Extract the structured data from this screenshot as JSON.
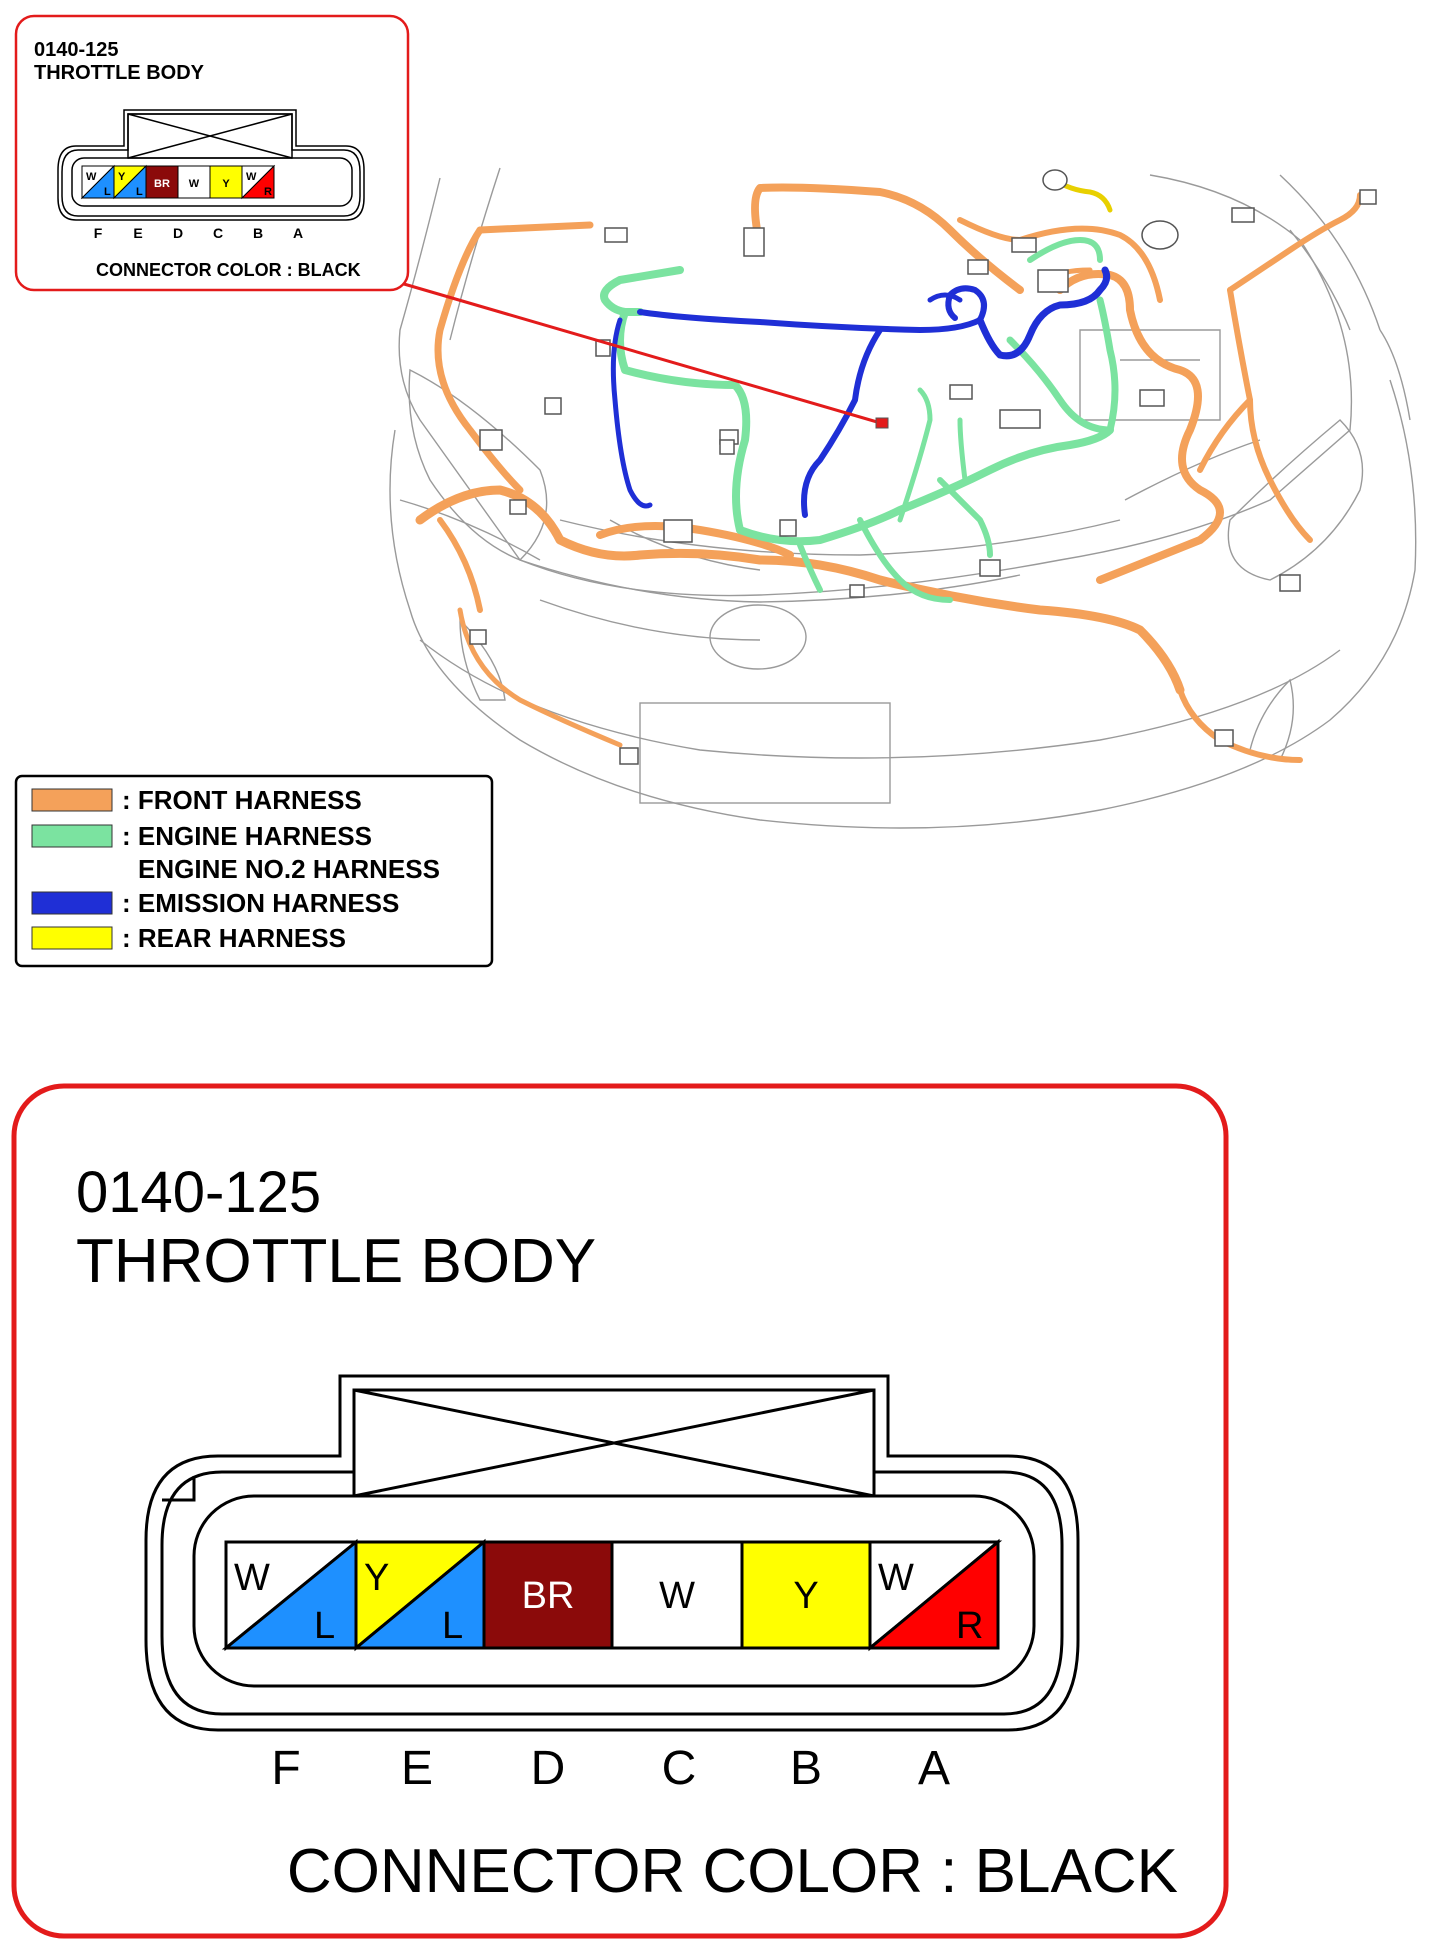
{
  "small_panel": {
    "code": "0140-125",
    "name": "THROTTLE BODY",
    "connector_color": "CONNECTOR COLOR : BLACK"
  },
  "large_panel": {
    "code": "0140-125",
    "name": "THROTTLE BODY",
    "connector_color": "CONNECTOR COLOR : BLACK"
  },
  "connector": {
    "pins": [
      {
        "letter": "F",
        "top": "W",
        "bottom": "L",
        "top_color": "#ffffff",
        "bottom_color": "#1e90ff"
      },
      {
        "letter": "E",
        "top": "Y",
        "bottom": "L",
        "top_color": "#ffff00",
        "bottom_color": "#1e90ff"
      },
      {
        "letter": "D",
        "label": "BR",
        "color": "#8b0a0a"
      },
      {
        "letter": "C",
        "label": "W",
        "color": "#ffffff"
      },
      {
        "letter": "B",
        "label": "Y",
        "color": "#ffff00"
      },
      {
        "letter": "A",
        "top": "W",
        "bottom": "R",
        "top_color": "#ffffff",
        "bottom_color": "#ff0000"
      }
    ]
  },
  "legend": [
    {
      "color": "#f4a15a",
      "label": ": FRONT HARNESS"
    },
    {
      "color": "#7be3a0",
      "label": ": ENGINE HARNESS",
      "sub": "ENGINE NO.2 HARNESS"
    },
    {
      "color": "#1f2fd6",
      "label": ": EMISSION HARNESS"
    },
    {
      "color": "#ffff00",
      "label": ": REAR HARNESS"
    }
  ],
  "colors": {
    "panel_border": "#e31b1b",
    "front_harness": "#f4a15a",
    "engine_harness": "#7be3a0",
    "emission_harness": "#1f2fd6",
    "rear_harness": "#ffff00",
    "callout_line": "#e31b1b"
  }
}
